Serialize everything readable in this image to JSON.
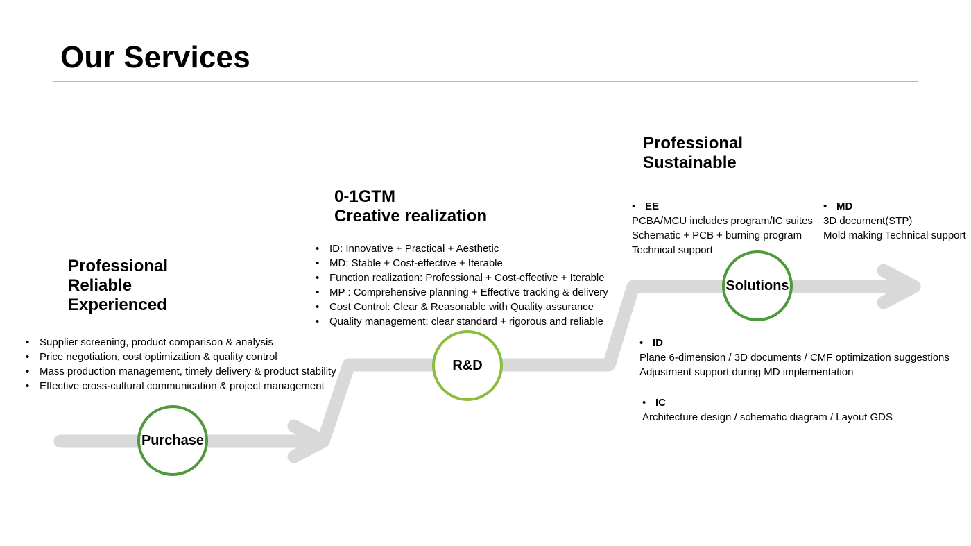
{
  "page": {
    "title": "Our Services"
  },
  "stages": [
    {
      "id": "purchase",
      "node_label": "Purchase",
      "heading": [
        "Professional",
        "Reliable",
        "Experienced"
      ],
      "bullets": [
        "Supplier screening, product comparison & analysis",
        "Price negotiation, cost optimization & quality control",
        "Mass production management, timely delivery & product stability",
        "Effective cross-cultural communication & project management"
      ]
    },
    {
      "id": "rnd",
      "node_label": "R&D",
      "heading": [
        "0-1GTM",
        "Creative realization"
      ],
      "bullets": [
        "ID: Innovative + Practical + Aesthetic",
        "MD: Stable + Cost-effective + Iterable",
        "Function realization: Professional + Cost-effective + Iterable",
        "MP : Comprehensive planning + Effective tracking & delivery",
        "Cost Control: Clear & Reasonable with Quality assurance",
        "Quality management: clear standard + rigorous and reliable"
      ]
    },
    {
      "id": "solutions",
      "node_label": "Solutions",
      "heading": [
        "Professional",
        "Sustainable"
      ],
      "blocks": [
        {
          "id": "ee",
          "head": "EE",
          "lines": [
            "PCBA/MCU includes program/IC suites",
            "Schematic + PCB + burning program",
            "Technical support"
          ]
        },
        {
          "id": "md",
          "head": "MD",
          "lines": [
            "3D document(STP)",
            "Mold making Technical support"
          ]
        },
        {
          "id": "id",
          "head": "ID",
          "lines": [
            "Plane 6-dimension / 3D documents / CMF optimization suggestions",
            "Adjustment support during MD implementation"
          ]
        },
        {
          "id": "ic",
          "head": "IC",
          "lines": [
            "Architecture design / schematic diagram / Layout GDS"
          ]
        }
      ]
    }
  ],
  "colors": {
    "track": "#d9d9d9",
    "ring_dark": "#4e9a3a",
    "ring_light": "#8bbd3c",
    "rule": "#b8b8b8"
  }
}
